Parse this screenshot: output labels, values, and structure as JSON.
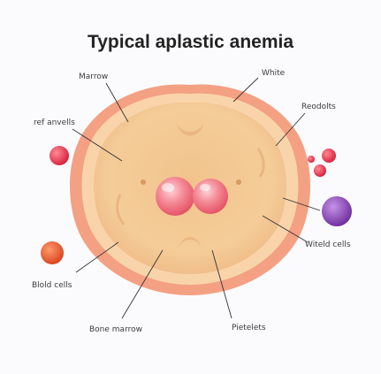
{
  "title": "Typical aplastic anemia",
  "labels": {
    "marrow": "Marrow",
    "white": "White",
    "red_anvels": "ref anvells",
    "reodolts": "Reodolts",
    "witeld_cells": "Witeld cells",
    "blood_cells": "Blold cells",
    "bone_marrow": "Bone marrow",
    "platelets": "Pietelets"
  },
  "colors": {
    "outer_ring": "#f6a98a",
    "mid_ring": "#f9d2a6",
    "core": "#f5c98f",
    "red_cell": "#e8334a",
    "purple_cell": "#8a3fb8",
    "orange_cell": "#ea5a2a",
    "nucleus": "#f3808c",
    "line": "#333333"
  }
}
